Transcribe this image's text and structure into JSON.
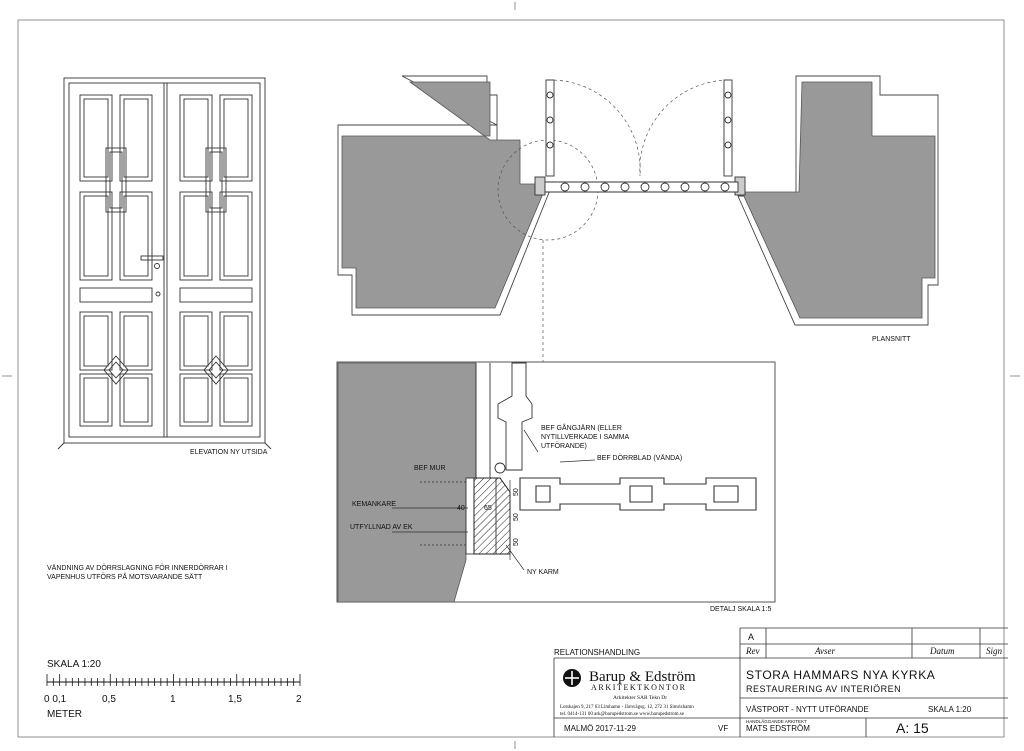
{
  "labels": {
    "elevation": "ELEVATION NY UTSIDA",
    "plansnitt": "PLANSNITT",
    "detalj": "DETALJ SKALA 1:5",
    "bef_mur": "BEF MUR",
    "kemankare": "KEMANKARE",
    "utfyllnad": "UTFYLLNAD AV EK",
    "gangjarn_1": "BEF GÅNGJÄRN (ELLER",
    "gangjarn_2": "NYTILLVERKADE I SAMMA",
    "gangjarn_3": "UTFÖRANDE)",
    "dorrblad": "BEF DÖRRBLAD (VÄNDA)",
    "ny_karm": "NY KARM",
    "dim_40": "40",
    "dim_65": "65",
    "dim_50a": "50",
    "dim_50b": "50",
    "dim_50c": "50"
  },
  "note": {
    "line1": "VÄNDNING AV DÖRRSLAGNING FÖR INNERDÖRRAR I",
    "line2": "VAPENHUS UTFÖRS PÅ MOTSVARANDE SÄTT"
  },
  "scale_bar": {
    "title": "SKALA 1:20",
    "ticks": [
      "0 0,1",
      "0,5",
      "1",
      "1,5",
      "2"
    ],
    "unit": "METER"
  },
  "title_block": {
    "handling": "RELATIONSHANDLING",
    "rev_letter": "A",
    "rev": "Rev",
    "avser": "Avser",
    "datum": "Datum",
    "sign": "Sign",
    "firm_name": "Barup & Edström",
    "firm_sub": "ARKITEKTKONTOR",
    "firm_people": "Arkitekter SAR  Tekn Dr",
    "addr1": "Lotskajen 9, 217 63 Limhamn  -  Järnvägsg. 12, 272 31  Simrishamn",
    "addr2": "tel. 0414-131 00      ark@barupedstrom.se      www.barupedstrom.se",
    "project": "STORA HAMMARS NYA KYRKA",
    "subproject": "RESTAURERING AV INTERIÖREN",
    "drawing": "VÄSTPORT - NYTT UTFÖRANDE",
    "scale": "SKALA 1:20",
    "handl_label": "HANDLÄGGANDE ARKITEKT",
    "architect": "MATS EDSTRÖM",
    "place_date": "MALMÖ 2017-11-29",
    "initials": "VF",
    "sheet": "A: 15"
  }
}
